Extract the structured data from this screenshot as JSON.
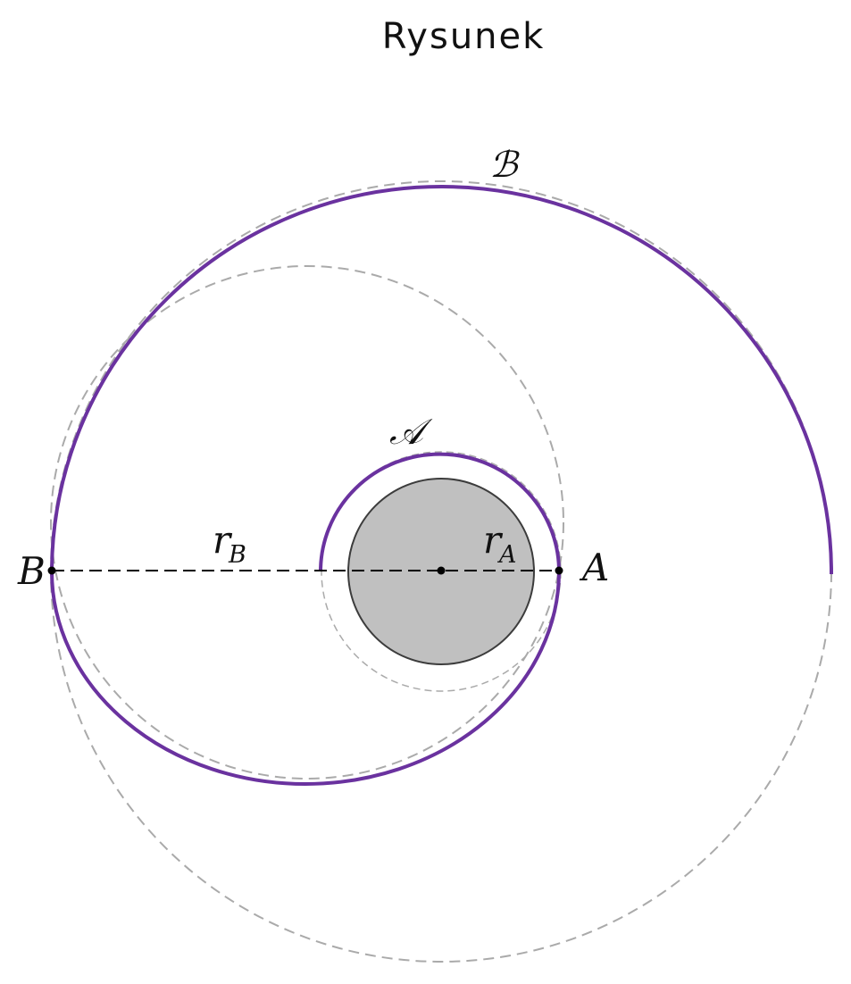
{
  "title": "Rysunek",
  "orbits": {
    "inner_label": "𝒜",
    "outer_label": "ℬ"
  },
  "points": {
    "a_label": "A",
    "b_label": "B"
  },
  "radii": {
    "ra_main": "r",
    "ra_sub": "A",
    "rb_main": "r",
    "rb_sub": "B"
  },
  "colors": {
    "orbit": "#6a329f",
    "planet_fill": "#c0c0c0",
    "planet_stroke": "#3c3c3c",
    "dashed_circle": "#aaaaaa",
    "axis_line": "#000000"
  }
}
